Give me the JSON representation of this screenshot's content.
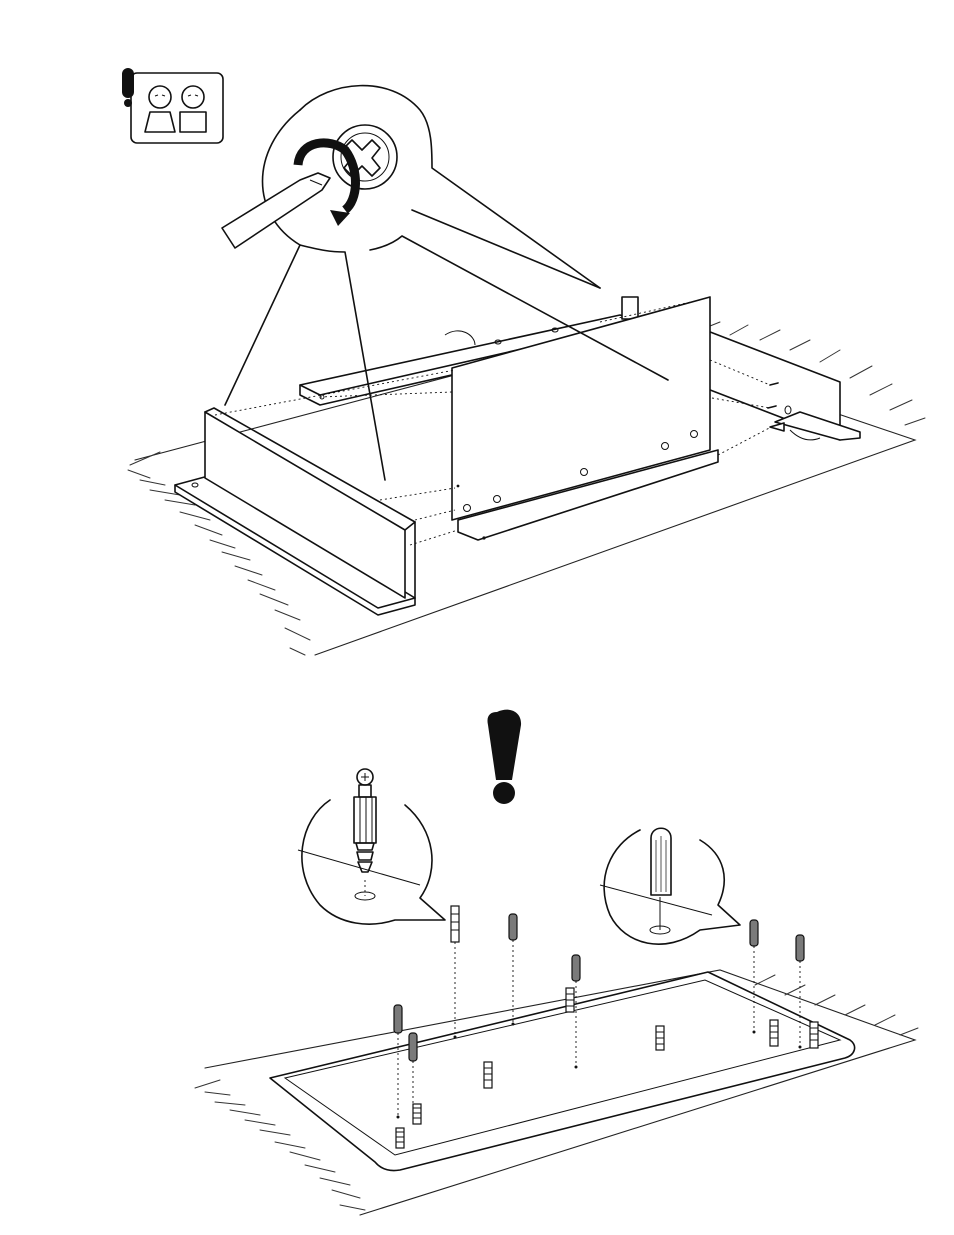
{
  "figure": {
    "kind": "furniture assembly instruction",
    "steps": [
      {
        "id": "frame-assembly",
        "persons_required": 2,
        "tool": "screwdriver",
        "fastener": "cam lock"
      },
      {
        "id": "base-panel-dowels",
        "warning": true,
        "fasteners": [
          "cam-lock-bolt",
          "wooden-dowel"
        ]
      }
    ],
    "icons": [
      "two-person-icon",
      "exclamation-icon",
      "screwdriver-icon"
    ],
    "colors": {
      "line": "#111111",
      "person_fill": "#9a9a9a",
      "dowel_fill": "#7a7a7a",
      "background": "#ffffff"
    }
  }
}
